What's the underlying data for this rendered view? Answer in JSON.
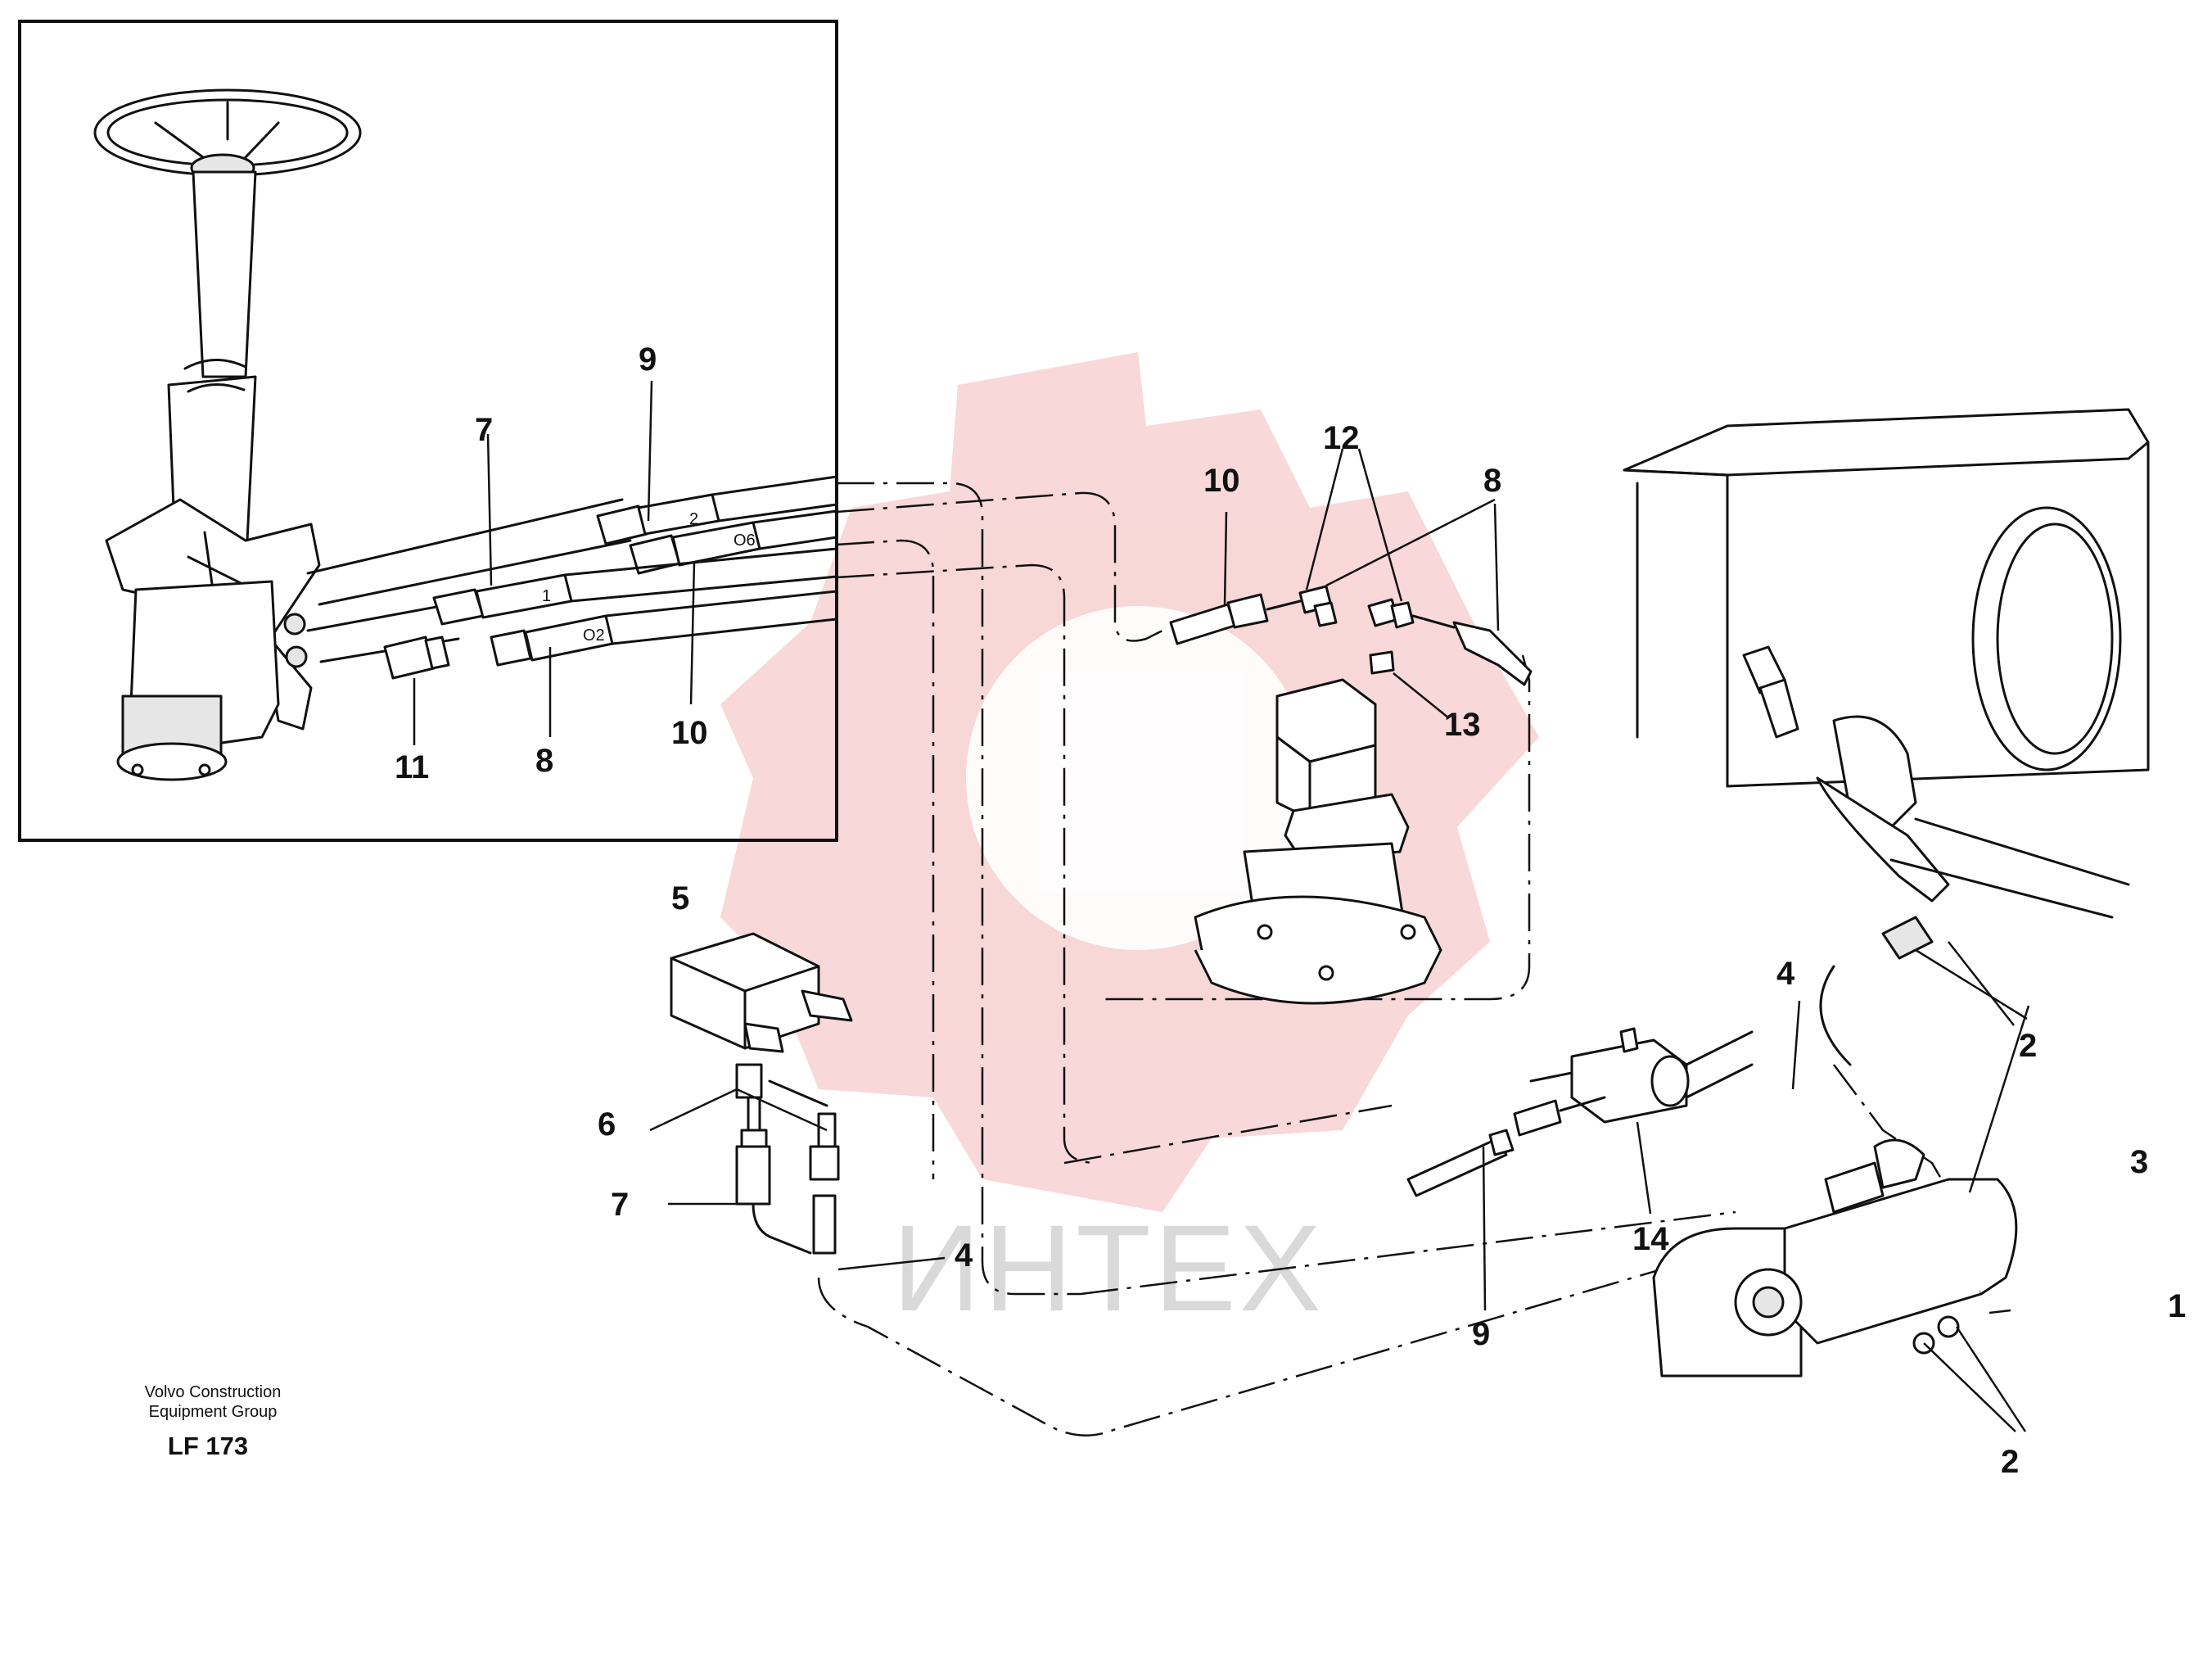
{
  "callouts": {
    "c1": "1",
    "c2a": "2",
    "c2b": "2",
    "c3": "3",
    "c4a": "4",
    "c4b": "4",
    "c5": "5",
    "c6": "6",
    "c7a": "7",
    "c7b": "7",
    "c8a": "8",
    "c8b": "8",
    "c9a": "9",
    "c9b": "9",
    "c10a": "10",
    "c10b": "10",
    "c11": "11",
    "c12": "12",
    "c13": "13",
    "c14": "14"
  },
  "hose_marks": {
    "m1": "1",
    "m2": "2",
    "m3": "O2",
    "m4": "O6"
  },
  "footer": {
    "company_line1": "Volvo Construction",
    "company_line2": "Equipment Group",
    "drawing_code": "LF 173"
  },
  "watermark": {
    "text": "ИНТЕХ",
    "logo_color": "#f3b8b8",
    "text_color": "#d9d9d9"
  }
}
